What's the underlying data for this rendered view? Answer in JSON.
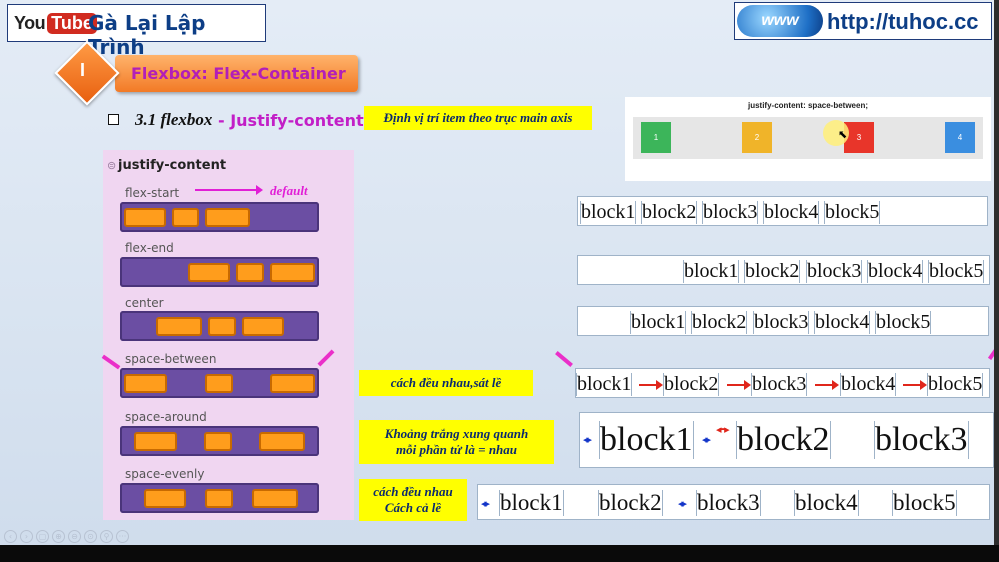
{
  "header": {
    "youtube_you": "You",
    "youtube_tube": "Tube",
    "channel_name": "Gà Lại Lập Trình",
    "www_logo": "www",
    "url": "http://tuhoc.cc"
  },
  "section": {
    "number": "I",
    "title": "Flexbox: Flex-Container"
  },
  "subheading": {
    "prefix": "3.1 flexbox",
    "accent": "- Justify-content"
  },
  "notes": {
    "main_axis": "Định vị trí item theo trục main axis",
    "between": "cách đều nhau,sát lề",
    "around_line1": "Khoảng trắng xung quanh",
    "around_line2": "mỗi phần tử là = nhau",
    "evenly_line1": "cách đều nhau",
    "evenly_line2": "Cách cả lề"
  },
  "panel": {
    "icon": "⊜",
    "title": "justify-content",
    "default_label": "default",
    "rows": [
      {
        "label": "flex-start"
      },
      {
        "label": "flex-end"
      },
      {
        "label": "center"
      },
      {
        "label": "space-between"
      },
      {
        "label": "space-around"
      },
      {
        "label": "space-evenly"
      }
    ]
  },
  "screenshot": {
    "title": "justify-content: space-between;",
    "boxes": [
      {
        "label": "1",
        "color": "#3cb55a"
      },
      {
        "label": "2",
        "color": "#f0b429"
      },
      {
        "label": "3",
        "color": "#e8352a"
      },
      {
        "label": "4",
        "color": "#3a8ee0"
      }
    ]
  },
  "block_rows": {
    "labels": [
      "block1",
      "block2",
      "block3",
      "block4",
      "block5"
    ],
    "around_labels": [
      "block1",
      "block2",
      "block3"
    ],
    "evenly_labels": [
      "block1",
      "block2",
      "block3",
      "block4",
      "block5"
    ]
  },
  "player_controls": [
    "‹",
    "›",
    "▢",
    "⊕",
    "⊖",
    "⊙",
    "⚲",
    "···"
  ],
  "colors": {
    "accent_magenta": "#c21fc7",
    "navy": "#0d3e86",
    "orange_item": "#ff9d1c",
    "purple_bar": "#6b4ea3",
    "yellow_note": "#ffff00"
  }
}
